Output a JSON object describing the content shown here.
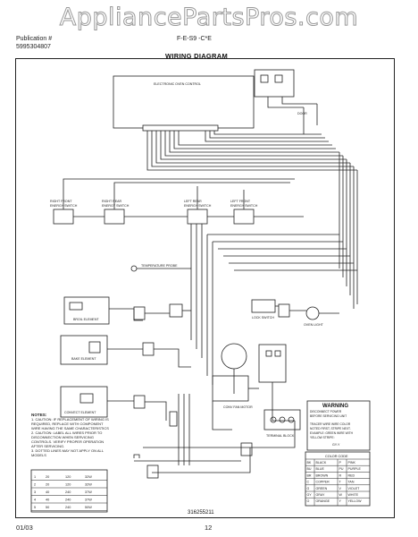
{
  "watermark": "AppliancePartsPros.com",
  "header": {
    "publication_label": "Publication #",
    "publication_number": "5995304807",
    "model_fragment": "F-E-S9 -C*E",
    "diagram_title": "WIRING DIAGRAM"
  },
  "diagram": {
    "control_label": "ELECTRONIC OVEN CONTROL",
    "elements": [
      {
        "label": "RIGHT FRONT",
        "sub": "ENERGY SWITCH"
      },
      {
        "label": "RIGHT REAR",
        "sub": "ENERGY SWITCH"
      },
      {
        "label": "LEFT REAR",
        "sub": "ENERGY SWITCH"
      },
      {
        "label": "LEFT FRONT",
        "sub": "ENERGY SWITCH"
      }
    ],
    "temperature_probe": "TEMPERATURE PROBE",
    "broil_element": "BROIL ELEMENT",
    "bake_element": "BAKE ELEMENT",
    "convect_element": "CONVECT ELEMENT",
    "lock_switch": "LOCK SWITCH",
    "oven_light": "OVEN LIGHT",
    "door_switch": "DOOR",
    "conv_fan": "CONV FAN MOTOR",
    "terminal_block": "TERMINAL BLOCK",
    "part_number": "316255211"
  },
  "warning": {
    "title": "WARNING",
    "lines": [
      "DISCONNECT POWER",
      "BEFORE SERVICING UNIT",
      "",
      "TRACER WIRE   WIRE COLOR",
      "NOTED FIRST, STRIPE NEXT.",
      "EXAMPLE:  GREEN WIRE WITH",
      "YELLOW STRIPE:"
    ],
    "example_code": "GY-Y"
  },
  "color_code": {
    "title": "COLOR CODE",
    "rows": [
      [
        "BK",
        "BLACK",
        "P",
        "PINK"
      ],
      [
        "BU",
        "BLUE",
        "PU",
        "PURPLE"
      ],
      [
        "BR",
        "BROWN",
        "R",
        "RED"
      ],
      [
        "C",
        "COPPER",
        "T",
        "TAN"
      ],
      [
        "G",
        "GREEN",
        "V",
        "VIOLET"
      ],
      [
        "GY",
        "GRAY",
        "W",
        "WHITE"
      ],
      [
        "O",
        "ORANGE",
        "Y",
        "YELLOW"
      ]
    ]
  },
  "notes": {
    "title": "NOTES:",
    "items": [
      "1. CAUTION: IF REPLACEMENT OF WIRING IS REQUIRED, REPLACE WITH COMPONENT WIRE HAVING THE SAME CHARACTERISTICS",
      "2. CAUTION: LABEL ALL WIRES PRIOR TO DISCONNECTION WHEN SERVICING CONTROLS. VERIFY PROPER OPERATION AFTER SERVICING.",
      "3. DOTTED LINES MAY NOT APPLY ON ALL MODELS"
    ],
    "table": [
      [
        "1",
        "20",
        "120",
        "32W"
      ],
      [
        "2",
        "20",
        "120",
        "32W"
      ],
      [
        "3",
        "40",
        "240",
        "37W"
      ],
      [
        "4",
        "40",
        "240",
        "37W"
      ],
      [
        "5",
        "50",
        "240",
        "50W"
      ]
    ]
  },
  "footer": {
    "date": "01/03",
    "page": "12"
  }
}
